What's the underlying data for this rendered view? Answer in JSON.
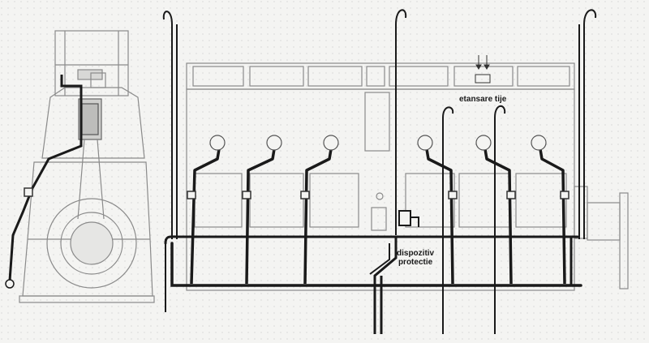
{
  "labels": {
    "rod_seal": "etansare tije",
    "protection_line1": "dispozitiv",
    "protection_line2": "protectie"
  },
  "colors": {
    "background": "#f4f4f2",
    "outline": "#8a8a8a",
    "pipe": "#1a1a1a",
    "fill_light": "#e6e6e4"
  }
}
